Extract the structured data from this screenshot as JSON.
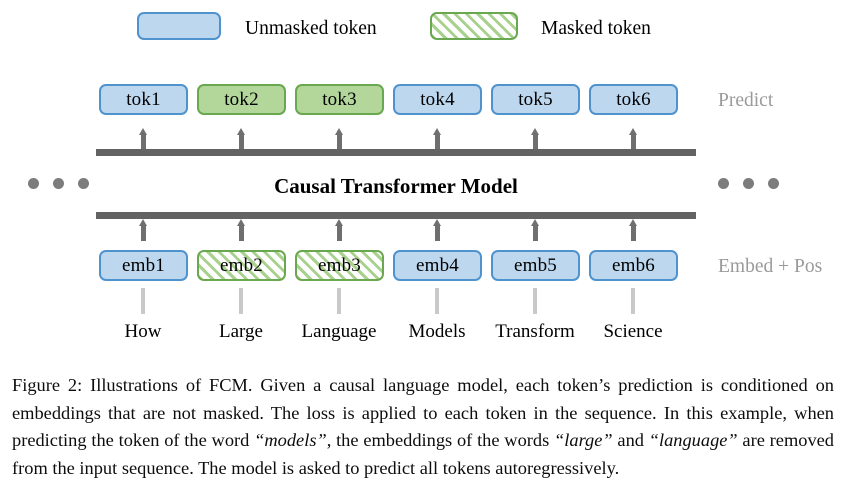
{
  "figure": {
    "legend": {
      "unmasked": {
        "label": "Unmasked token",
        "swatch": "unmasked-token-swatch",
        "fill": "#bdd7ee",
        "border": "#4f93ce"
      },
      "masked": {
        "label": "Masked token",
        "swatch": "masked-token-swatch",
        "fill": "#a9d18e",
        "border": "#6aa84f",
        "pattern": "diagonal-hatch"
      }
    },
    "prediction_row": {
      "annotation": "Predict",
      "tokens": [
        {
          "label": "tok1",
          "style": "blue"
        },
        {
          "label": "tok2",
          "style": "green-solid"
        },
        {
          "label": "tok3",
          "style": "green-solid"
        },
        {
          "label": "tok4",
          "style": "blue"
        },
        {
          "label": "tok5",
          "style": "blue"
        },
        {
          "label": "tok6",
          "style": "blue"
        }
      ]
    },
    "model": {
      "title": "Causal Transformer Model",
      "left_ellipsis": "...",
      "right_ellipsis": "..."
    },
    "embedding_row": {
      "annotation": "Embed + Pos",
      "tokens": [
        {
          "label": "emb1",
          "style": "blue"
        },
        {
          "label": "emb2",
          "style": "green-hatch"
        },
        {
          "label": "emb3",
          "style": "green-hatch"
        },
        {
          "label": "emb4",
          "style": "blue"
        },
        {
          "label": "emb5",
          "style": "blue"
        },
        {
          "label": "emb6",
          "style": "blue"
        }
      ]
    },
    "input_words": [
      "How",
      "Large",
      "Language",
      "Models",
      "Transform",
      "Science"
    ],
    "colors": {
      "bar": "#636363",
      "arrow": "#6f6f6f",
      "dots": "#7c7c7c",
      "connector": "#c9c9c9",
      "annotation_text": "#9a9a9a"
    }
  },
  "caption": {
    "number": "Figure 2:",
    "part1": " Illustrations of FCM. Given a causal language model, each token’s prediction is conditioned on embeddings that are not masked. The loss is applied to each token in the sequence. In this example, when predicting the token of the word ",
    "italic1": "“models”",
    "part2": ", the embeddings of the words ",
    "italic2": "“large”",
    "part3": " and ",
    "italic3": "“language”",
    "part4": " are removed from the input sequence. The model is asked to predict all tokens autoregressively."
  }
}
